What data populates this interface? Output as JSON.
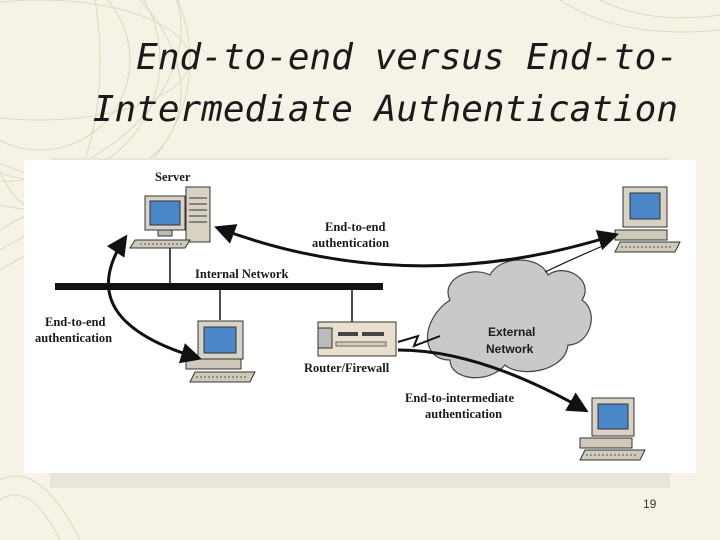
{
  "slide": {
    "title_line1": "End-to-end versus End-to-",
    "title_line2": "Intermediate Authentication",
    "page_number": "19"
  },
  "diagram": {
    "server_label": "Server",
    "internal_network_label": "Internal Network",
    "router_label": "Router/Firewall",
    "external_network_label_line1": "External",
    "external_network_label_line2": "Network",
    "e2e_top_line1": "End-to-end",
    "e2e_top_line2": "authentication",
    "e2e_left_line1": "End-to-end",
    "e2e_left_line2": "authentication",
    "e2i_line1": "End-to-intermediate",
    "e2i_line2": "authentication"
  },
  "colors": {
    "background": "#f6f3e6",
    "monitor_screen": "#4a86c8",
    "cloud_fill": "#c9c9c9",
    "network_bar": "#111111"
  }
}
